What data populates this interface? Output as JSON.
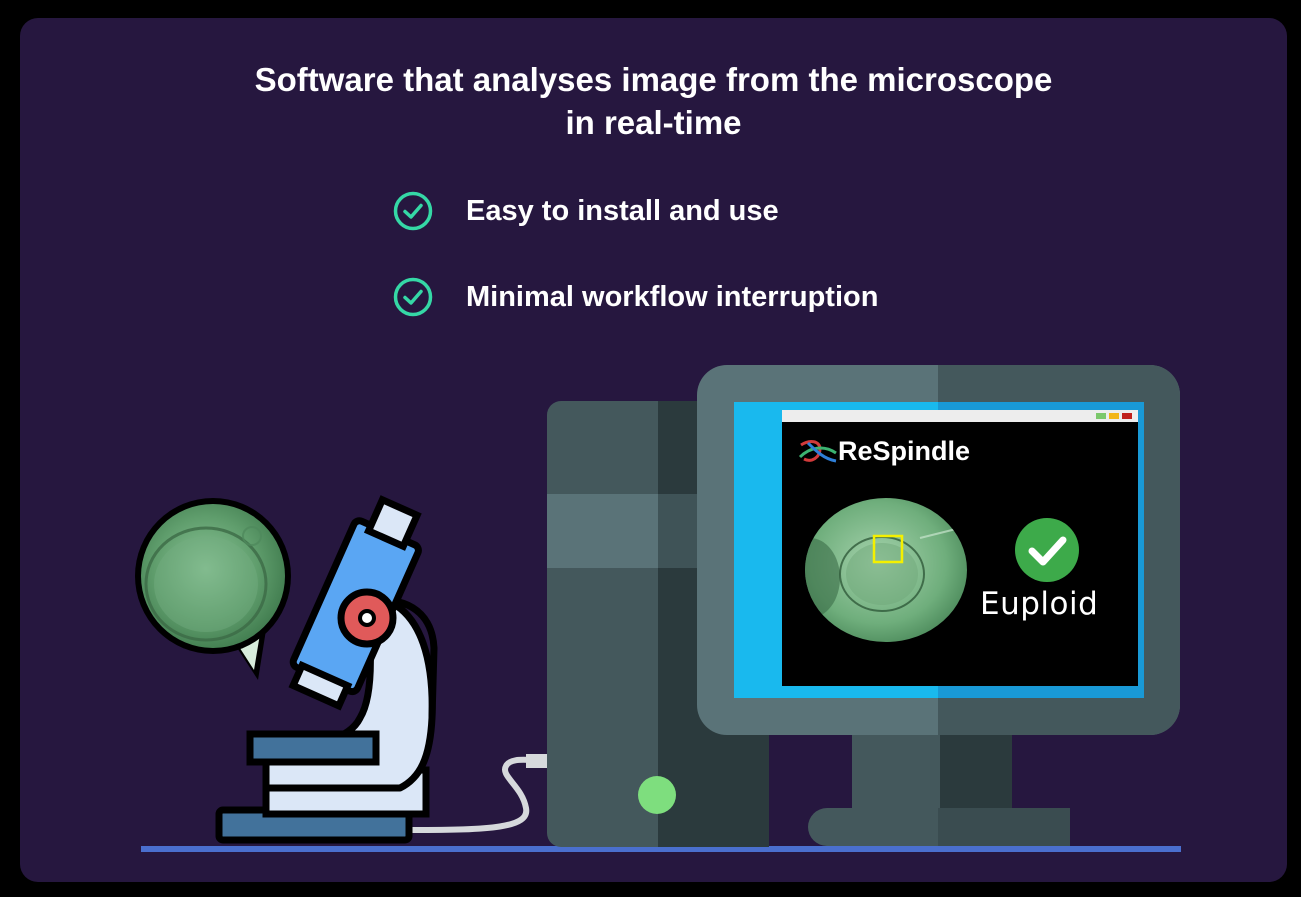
{
  "title": {
    "line1": "Software that analyses image from the microscope",
    "line2": "in real-time"
  },
  "features": [
    {
      "label": "Easy to install and use",
      "icon": "check-circle-icon"
    },
    {
      "label": "Minimal workflow interruption",
      "icon": "check-circle-icon"
    }
  ],
  "screen": {
    "app_name": "ReSpindle",
    "result_label": "Euploid",
    "result_icon": "check-circle-filled-icon"
  },
  "colors": {
    "background": "#26173f",
    "check_accent": "#35d8a6",
    "screen_blue": "#19b9ee",
    "tower": "#44585c",
    "result_green": "#3daa4a"
  }
}
